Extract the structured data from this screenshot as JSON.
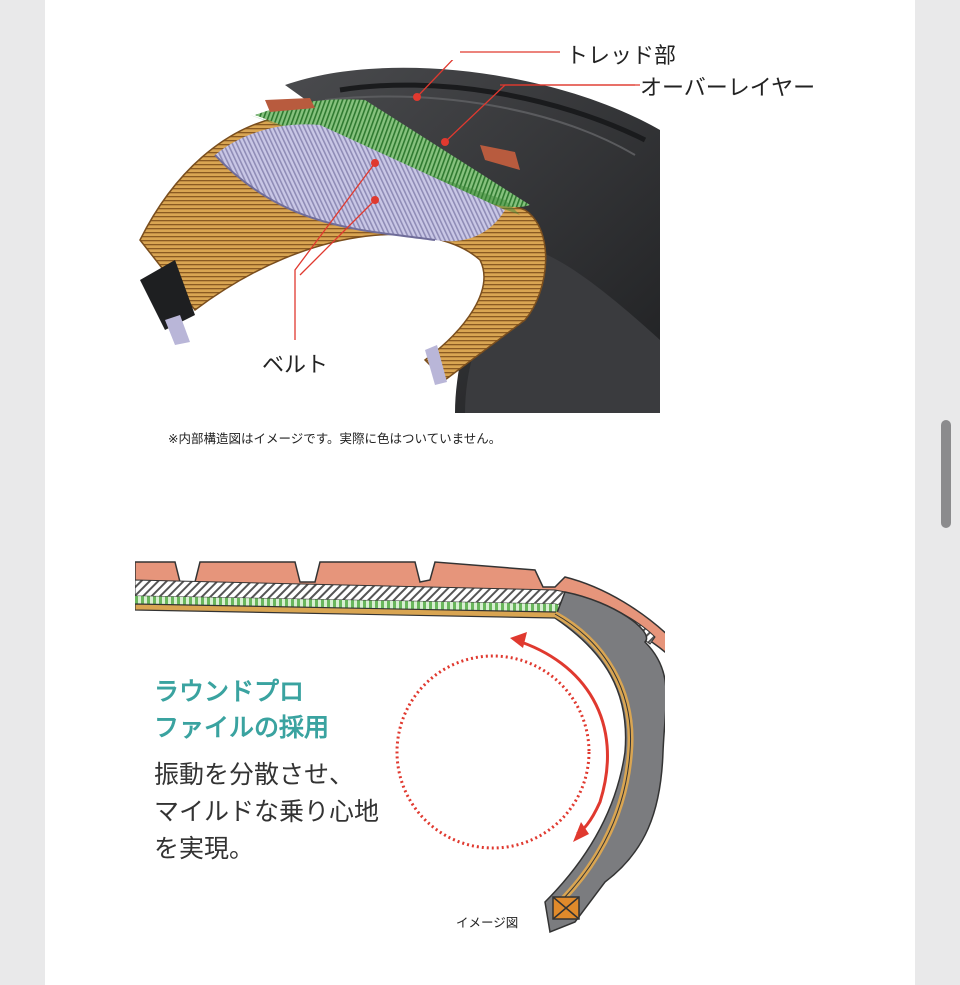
{
  "tire_cutaway": {
    "labels": {
      "tread": "トレッド部",
      "overlayer": "オーバーレイヤー",
      "belt": "ベルト"
    },
    "note": "※内部構造図はイメージです。実際に色はついていません。"
  },
  "profile_section": {
    "heading_line1": "ラウンドプロ",
    "heading_line2": "ファイルの採用",
    "body_line1": "振動を分散させ、",
    "body_line2": "マイルドな乗り心地",
    "body_line3": "を実現。",
    "image_caption": "イメージ図"
  },
  "colors": {
    "heading": "#3aa3a0",
    "leader_line": "#e0392f",
    "tread_rubber": "#2e2f31",
    "casing": "#c8913d",
    "overlayer": "#4f9a4a",
    "belt": "#b9b6d8"
  }
}
